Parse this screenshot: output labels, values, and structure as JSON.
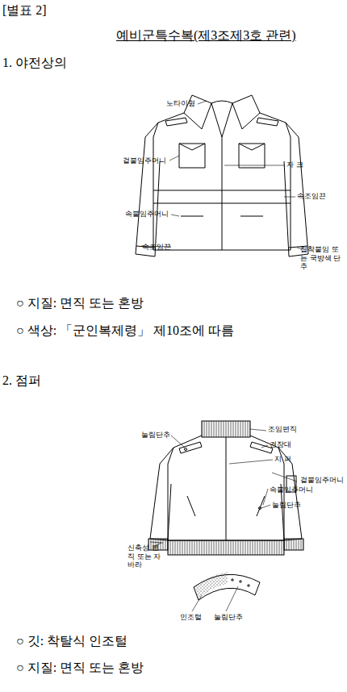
{
  "diagram": {
    "title": "예비군특수복(제3조제3호 관련)",
    "labels": [
      "[별표 2]",
      "1. 야전상의",
      "노타이형",
      "자 크",
      "겉붙임주머니",
      "속조임끈",
      "속붙임주머니",
      "속조임끈",
      "접착붙임 또는 국방색 단추",
      "○ 지질: 면직 또는 혼방",
      "○ 색상: 「군인복제령」 제10조에 따름",
      "2. 점퍼",
      "눌림단추",
      "조임편직",
      "견장대",
      "지 퍼",
      "겉붙임주머니",
      "속붙임주머니",
      "눌림단추",
      "신축성 편직 또는 자바라",
      "인조털",
      "눌림단추",
      "○ 깃: 착탈식 인조털",
      "○ 지질: 면직 또는 혼방"
    ]
  }
}
